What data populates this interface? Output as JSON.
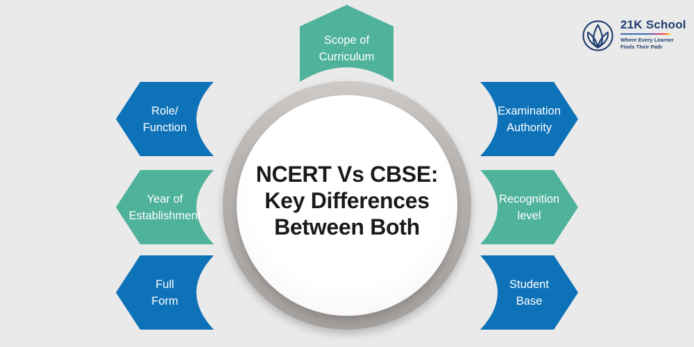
{
  "title": {
    "line1": "NCERT Vs CBSE:",
    "line2": "Key Differences",
    "line3": "Between Both"
  },
  "nodes": {
    "top": {
      "line1": "Scope of",
      "line2": "Curriculum",
      "color": "teal"
    },
    "left": [
      {
        "line1": "Role/",
        "line2": "Function",
        "color": "blue"
      },
      {
        "line1": "Year of",
        "line2": "Establishment",
        "color": "teal"
      },
      {
        "line1": "Full",
        "line2": "Form",
        "color": "blue"
      }
    ],
    "right": [
      {
        "line1": "Examination",
        "line2": "Authority",
        "color": "blue"
      },
      {
        "line1": "Recognition",
        "line2": "level",
        "color": "teal"
      },
      {
        "line1": "Student",
        "line2": "Base",
        "color": "blue"
      }
    ]
  },
  "logo": {
    "name": "21K School",
    "tagline_line1": "Where Every Learner",
    "tagline_line2": "Finds Their Path",
    "icon": "lotus-icon"
  },
  "colors": {
    "blue": "#0e72b8",
    "teal": "#4fb29a",
    "background": "#eaeaea",
    "ring_gray": "#aba7a5",
    "title_text": "#1a1a1a",
    "arrow_text": "#ffffff",
    "navy": "#1d3c6e"
  }
}
